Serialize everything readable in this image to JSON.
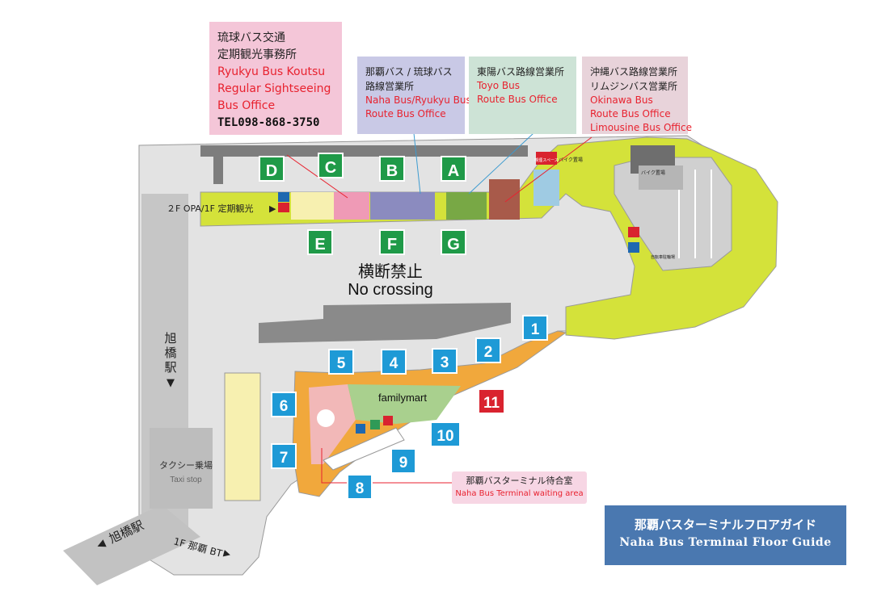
{
  "offices": {
    "ryukyu": {
      "jp_line1": "琉球バス交通",
      "jp_line2": "定期観光事務所",
      "en_line1": "Ryukyu Bus Koutsu",
      "en_line2": "Regular Sightseeing",
      "en_line3": "Bus Office",
      "tel": "TEL098-868-3750",
      "color": "#f4c6d8"
    },
    "naha_ryukyu": {
      "jp_line1": "那覇バス / 琉球バス",
      "jp_line2": "路線営業所",
      "en_line1": "Naha Bus/Ryukyu Bus",
      "en_line2": "Route Bus Office",
      "color": "#c9c9e6"
    },
    "toyo": {
      "jp_line1": "東陽バス路線営業所",
      "en_line1": "Toyo Bus",
      "en_line2": "Route Bus Office",
      "color": "#cde3d6"
    },
    "okinawa": {
      "jp_line1": "沖縄バス路線営業所",
      "jp_line2": "リムジンバス営業所",
      "en_line1": "Okinawa Bus",
      "en_line2": "Route Bus Office",
      "en_line3": "Limousine Bus Office",
      "color": "#e8d3da"
    }
  },
  "bays_green": [
    "D",
    "C",
    "B",
    "A",
    "E",
    "F",
    "G"
  ],
  "bays_blue": [
    "1",
    "2",
    "3",
    "4",
    "5",
    "6",
    "7",
    "8",
    "9",
    "10"
  ],
  "bays_red": [
    "11"
  ],
  "labels": {
    "no_crossing_jp": "横断禁止",
    "no_crossing_en": "No crossing",
    "opa": "２F OPA/1F 定期観光",
    "asahibashi_vert_1": "旭",
    "asahibashi_vert_2": "橋",
    "asahibashi_vert_3": "駅",
    "asahibashi_road": "旭橋駅",
    "naha_bt": "1F 那覇 BT",
    "familymart": "familymart",
    "taxi_jp": "タクシー乗場",
    "taxi_en": "Taxi stop",
    "bike_parking": "バイク置場",
    "bike_parking2": "バイク置場",
    "smoking": "喫煙スペース",
    "bicycle": "自転車駐輪場"
  },
  "waiting_area": {
    "jp": "那覇バスターミナル待合室",
    "en": "Naha Bus Terminal waiting area"
  },
  "guide": {
    "jp": "那覇バスターミナルフロアガイド",
    "en": "Naha Bus Terminal Floor Guide"
  },
  "colors": {
    "platform_yellow": "#d4e23a",
    "platform_orange": "#f1a83c",
    "bay_green": "#1f9a48",
    "bay_blue": "#1e9ad6",
    "bay_red": "#d9232f",
    "road_gray": "#d9d9d9",
    "shelter_gray": "#8a8a8a",
    "guide_blue": "#4a78b0"
  }
}
